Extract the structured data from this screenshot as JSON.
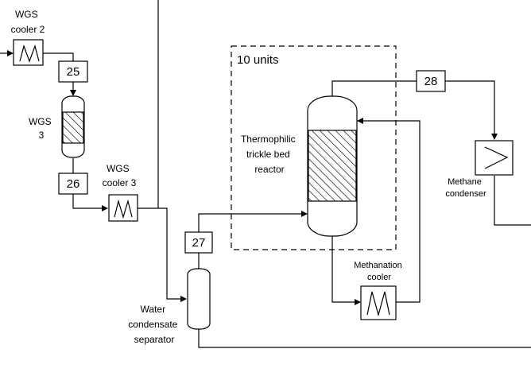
{
  "labels": {
    "wgs_cooler_2": [
      "WGS",
      "cooler 2"
    ],
    "wgs_3": [
      "WGS",
      "3"
    ],
    "wgs_cooler_3": [
      "WGS",
      "cooler 3"
    ],
    "units": "10 units",
    "reactor": [
      "Thermophilic",
      "trickle bed",
      "reactor"
    ],
    "methane_condenser": [
      "Methane",
      "condenser"
    ],
    "methanation_cooler": [
      "Methanation",
      "cooler"
    ],
    "water_separator": [
      "Water",
      "condensate",
      "separator"
    ]
  },
  "streams": {
    "s25": "25",
    "s26": "26",
    "s27": "27",
    "s28": "28"
  }
}
